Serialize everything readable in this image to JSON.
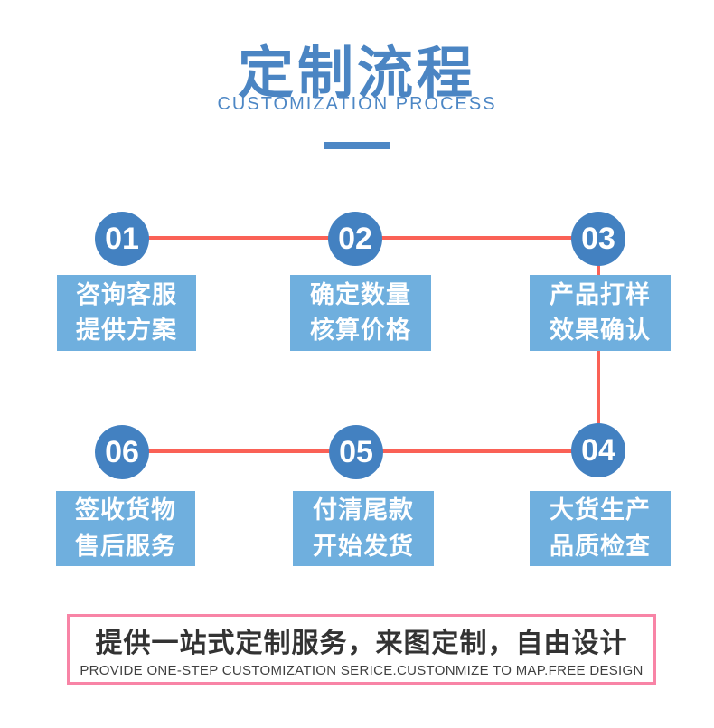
{
  "header": {
    "title": "定制流程",
    "subtitle": "CUSTOMIZATION PROCESS"
  },
  "colors": {
    "title_blue": "#4b85c3",
    "circle_blue": "#4381c1",
    "box_blue": "#6fafde",
    "connector_red": "#fa6156",
    "banner_border_pink": "#f884a6",
    "banner_text_dark": "#333333"
  },
  "steps": [
    {
      "number": "01",
      "line1": "咨询客服",
      "line2": "提供方案"
    },
    {
      "number": "02",
      "line1": "确定数量",
      "line2": "核算价格"
    },
    {
      "number": "03",
      "line1": "产品打样",
      "line2": "效果确认"
    },
    {
      "number": "04",
      "line1": "大货生产",
      "line2": "品质检查"
    },
    {
      "number": "05",
      "line1": "付清尾款",
      "line2": "开始发货"
    },
    {
      "number": "06",
      "line1": "签收货物",
      "line2": "售后服务"
    }
  ],
  "banner": {
    "cn": "提供一站式定制服务，来图定制，自由设计",
    "en": "PROVIDE ONE-STEP CUSTOMIZATION SERICE.CUSTONMIZE TO MAP.FREE DESIGN"
  }
}
